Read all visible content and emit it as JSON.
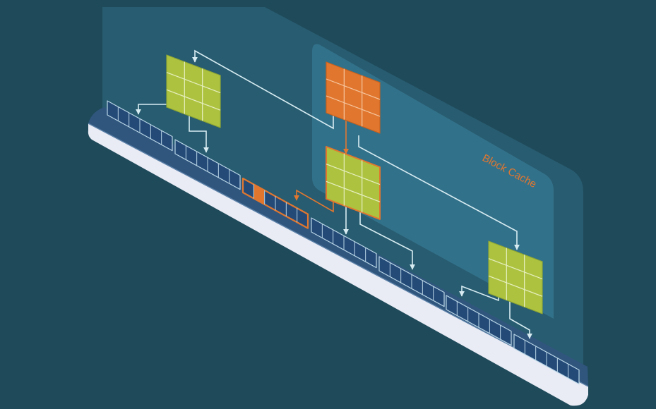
{
  "diagram": {
    "block_cache_label": "Block Cache",
    "colors": {
      "background": "#1f4a5a",
      "panel": "#2f6c84",
      "cache_region": "#3a84a1",
      "slab_top": "#30567e",
      "slab_side": "#e9ecf5",
      "index_block": "#adc340",
      "index_block_dark": "#8fa634",
      "cached_block": "#e1772f",
      "cached_block_dark": "#c5611f",
      "data_block_cell": "#244a78",
      "data_block_cell_dark": "#163660",
      "connector": "#d7ecf2",
      "cached_connector": "#e1772f",
      "label": "#e1772f"
    },
    "nodes": [
      {
        "id": "root",
        "kind": "cached"
      },
      {
        "id": "inner-a",
        "kind": "index"
      },
      {
        "id": "inner-b",
        "kind": "index-cached-path"
      },
      {
        "id": "inner-c",
        "kind": "index"
      }
    ],
    "leaves": [
      {
        "id": "leaf-1",
        "cached": false
      },
      {
        "id": "leaf-2",
        "cached": false
      },
      {
        "id": "leaf-3",
        "cached": true
      },
      {
        "id": "leaf-4",
        "cached": false
      },
      {
        "id": "leaf-5",
        "cached": false
      },
      {
        "id": "leaf-6",
        "cached": false
      },
      {
        "id": "leaf-7",
        "cached": false
      }
    ]
  }
}
